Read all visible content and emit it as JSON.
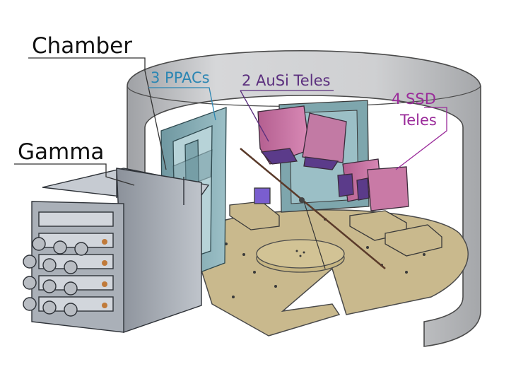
{
  "labels": {
    "chamber": "Chamber",
    "gamma": "Gamma",
    "ppacs": "3 PPACs",
    "ausi": "2 AuSi Teles",
    "ssd_line1": "4 SSD",
    "ssd_line2": "Teles"
  },
  "colors": {
    "chamber_wall": "#c8c9cb",
    "floor": "#c9b98d",
    "ppac": "#7fa6ae",
    "telescope": "#c97aa6",
    "gamma_frame": "#a7adb6",
    "ppacs_label": "#2b86b3",
    "ausi_label": "#5b2f7e",
    "ssd_label": "#9a2b9a"
  }
}
